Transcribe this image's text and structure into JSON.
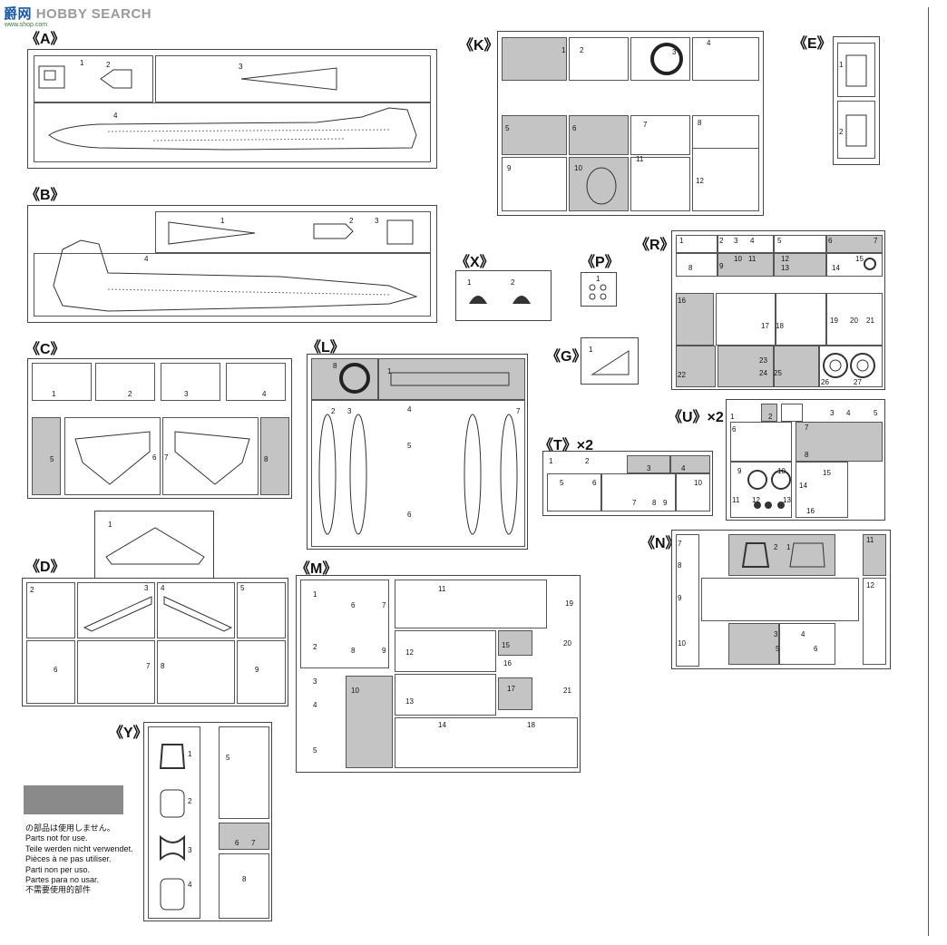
{
  "watermark": {
    "brand_a": "爵",
    "brand_b": "网",
    "brand_c": "HOBBY SEARCH",
    "url": "www.shop.com"
  },
  "sprues": {
    "A": {
      "label": "《A》",
      "parts": [
        "1",
        "2",
        "3",
        "4"
      ]
    },
    "B": {
      "label": "《B》",
      "parts": [
        "1",
        "2",
        "3",
        "4"
      ]
    },
    "C": {
      "label": "《C》",
      "parts": [
        "1",
        "2",
        "3",
        "4",
        "5",
        "6",
        "7",
        "8"
      ]
    },
    "D": {
      "label": "《D》",
      "parts": [
        "1",
        "2",
        "3",
        "4",
        "5",
        "6",
        "7",
        "8",
        "9"
      ]
    },
    "E": {
      "label": "《E》",
      "parts": [
        "1",
        "2"
      ]
    },
    "K": {
      "label": "《K》",
      "parts": [
        "1",
        "2",
        "3",
        "4",
        "5",
        "6",
        "7",
        "8",
        "9",
        "10",
        "11",
        "12"
      ]
    },
    "X": {
      "label": "《X》",
      "parts": [
        "1",
        "2"
      ]
    },
    "P": {
      "label": "《P》",
      "parts": [
        "1"
      ]
    },
    "R": {
      "label": "《R》",
      "parts": [
        "1",
        "2",
        "3",
        "4",
        "5",
        "6",
        "7",
        "8",
        "9",
        "10",
        "11",
        "12",
        "13",
        "14",
        "15",
        "16",
        "17",
        "18",
        "19",
        "20",
        "21",
        "22",
        "23",
        "24",
        "25",
        "26",
        "27"
      ]
    },
    "L": {
      "label": "《L》",
      "parts": [
        "1",
        "2",
        "3",
        "4",
        "5",
        "6",
        "7",
        "8"
      ]
    },
    "G": {
      "label": "《G》",
      "parts": [
        "1"
      ]
    },
    "T": {
      "label": "《T》×2",
      "parts": [
        "1",
        "2",
        "3",
        "4",
        "5",
        "6",
        "7",
        "8",
        "9",
        "10"
      ]
    },
    "U": {
      "label": "《U》×2",
      "parts": [
        "1",
        "2",
        "3",
        "4",
        "5",
        "6",
        "7",
        "8",
        "9",
        "10",
        "11",
        "12",
        "13",
        "14",
        "15",
        "16"
      ]
    },
    "N": {
      "label": "《N》",
      "parts": [
        "1",
        "2",
        "3",
        "4",
        "5",
        "6",
        "7",
        "8",
        "9",
        "10",
        "11",
        "12"
      ]
    },
    "M": {
      "label": "《M》",
      "parts": [
        "1",
        "2",
        "3",
        "4",
        "5",
        "6",
        "7",
        "8",
        "9",
        "10",
        "11",
        "12",
        "13",
        "14",
        "15",
        "16",
        "17",
        "18",
        "19",
        "20",
        "21"
      ]
    },
    "Y": {
      "label": "《Y》",
      "parts": [
        "1",
        "2",
        "3",
        "4",
        "5",
        "6",
        "7",
        "8"
      ]
    }
  },
  "legend": {
    "swatch_color": "#8a8a8a",
    "lines": [
      "の部品は使用しません。",
      "Parts not for use.",
      "Teile werden nicht verwendet.",
      "Pièces à ne pas utiliser.",
      "Parti non per uso.",
      "Partes para no usar.",
      "不需要使用的部件"
    ]
  }
}
